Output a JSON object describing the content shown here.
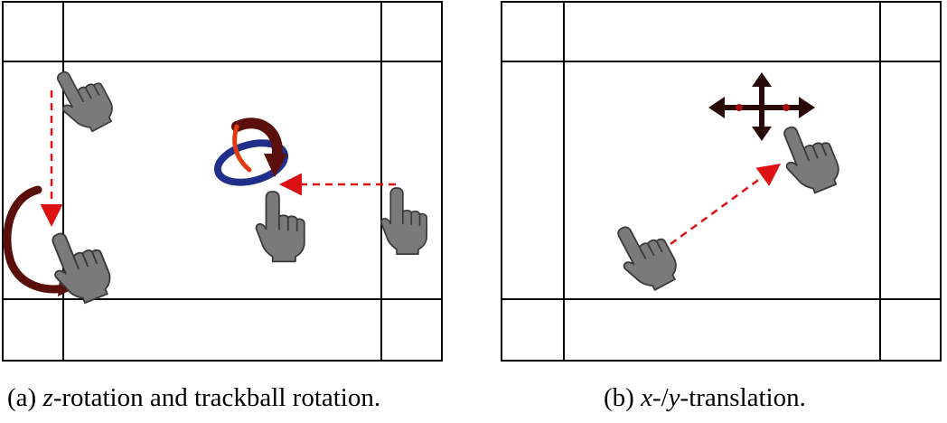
{
  "panel_a": {
    "caption_label": "(a)",
    "caption_var": "z",
    "caption_rest": "-rotation and trackball rotation."
  },
  "panel_b": {
    "caption_label": "(b)",
    "caption_var_x": "x",
    "caption_sep": "-/",
    "caption_var_y": "y",
    "caption_rest": "-translation."
  },
  "icons": {
    "hand": "pointing-hand-icon",
    "z_rotation": "z-rotation-arrow-icon",
    "trackball": "trackball-rotation-icon",
    "move": "four-way-move-icon"
  },
  "colors": {
    "grid": "#000000",
    "hand": "#7a7a7a",
    "arrow": "#dd1111",
    "dark_red": "#5a0f0a",
    "blue": "#1f2f8a"
  }
}
